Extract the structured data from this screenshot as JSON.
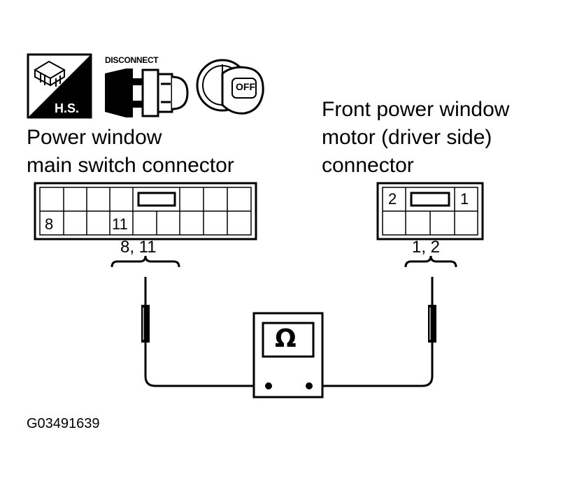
{
  "icons": {
    "hs_icon": {
      "name": "hs-icon",
      "label": "H.S."
    },
    "disconnect_icon": {
      "name": "disconnect-icon",
      "label": "DISCONNECT"
    },
    "ignition_key_icon": {
      "name": "ignition-key-off-icon",
      "label": "OFF"
    }
  },
  "left_connector": {
    "label_line1": "Power window",
    "label_line2": "main switch connector",
    "pin_left": "8",
    "pin_right": "11",
    "terminals": "8, 11"
  },
  "right_connector": {
    "label_line1": "Front power window",
    "label_line2": "motor (driver side)",
    "label_line3": "connector",
    "pin_left": "2",
    "pin_right": "1",
    "terminals": "1, 2"
  },
  "meter": {
    "icon_name": "ohmmeter-icon",
    "symbol": "Ω"
  },
  "figure_code": "G03491639"
}
